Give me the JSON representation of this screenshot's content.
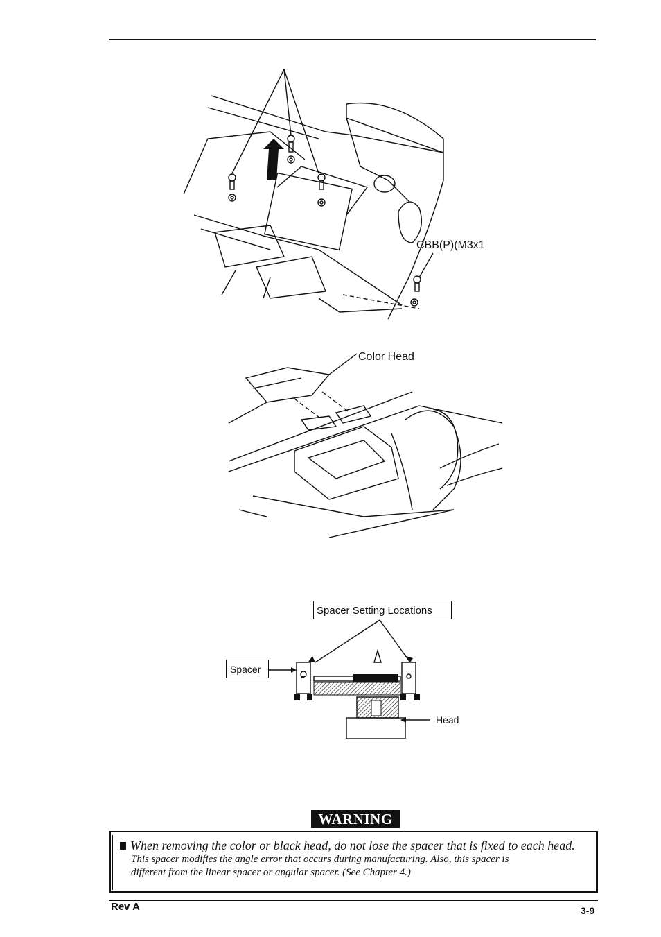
{
  "figures": {
    "removal": {
      "screw_label": "CBB(P)(M3x1"
    },
    "color_head": {
      "label": "Color Head"
    },
    "spacer": {
      "locations_label": "Spacer Setting Locations",
      "spacer_label": "Spacer",
      "head_label": "Head"
    }
  },
  "warning": {
    "title": "WARNING",
    "line1": "When removing the color or black head, do not lose the spacer that is fixed to each head.",
    "line2": "This spacer modifies the angle error that occurs during manufacturing. Also, this spacer is",
    "line3": "different from the linear spacer or angular spacer. (See Chapter 4.)"
  },
  "footer": {
    "revision": "Rev A",
    "page": "3-9"
  }
}
